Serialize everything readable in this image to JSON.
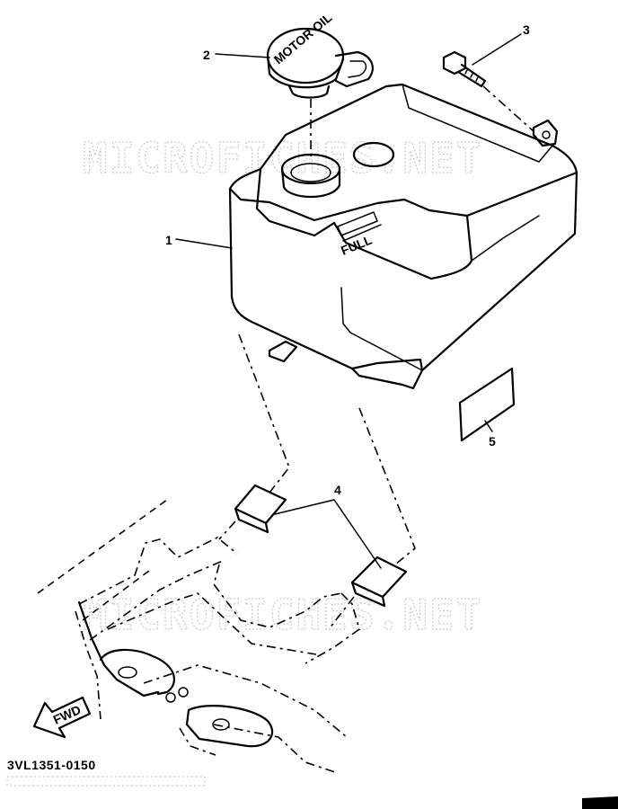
{
  "callouts": {
    "tank": "1",
    "cap": "2",
    "bolt": "3",
    "damper": "4",
    "label": "5"
  },
  "tank_marking": "FULL",
  "cap_marking": "MOTOR OIL",
  "fwd_marking": "FWD",
  "drawing_number": "3VL1351-0150",
  "watermarks": [
    "MICROFICHES.NET",
    "MICROFICHES.NET"
  ]
}
